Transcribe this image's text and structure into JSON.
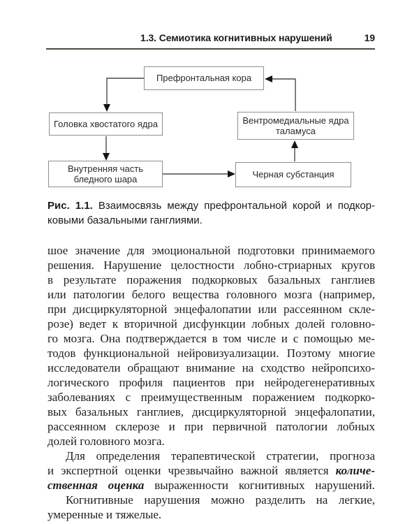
{
  "header": {
    "title": "1.3. Семиотика когнитивных нарушений",
    "page_number": "19"
  },
  "diagram": {
    "boxes": [
      {
        "id": "prefrontal-cortex",
        "label": "Префронтальная кора"
      },
      {
        "id": "caudate-head",
        "label": "Головка хвостатого ядра"
      },
      {
        "id": "pallidum-internal",
        "label": "Внутренняя часть бледного шара"
      },
      {
        "id": "ventromedial-thalamus",
        "label": "Вентромедиальные ядра таламуса"
      },
      {
        "id": "substantia-nigra",
        "label": "Черная субстанция"
      }
    ],
    "connections": [
      {
        "from": "prefrontal-cortex",
        "to": "caudate-head"
      },
      {
        "from": "caudate-head",
        "to": "pallidum-internal"
      },
      {
        "from": "pallidum-internal",
        "to": "substantia-nigra"
      },
      {
        "from": "substantia-nigra",
        "to": "ventromedial-thalamus"
      },
      {
        "from": "ventromedial-thalamus",
        "to": "prefrontal-cortex"
      }
    ]
  },
  "caption": {
    "lines": [
      {
        "indent": false,
        "end": false,
        "segments": [
          {
            "text": "Рис. 1.1. ",
            "style": "bold"
          },
          {
            "text": "Взаимосвязь между префронтальной корой и подкор-",
            "style": "normal"
          }
        ]
      },
      {
        "indent": false,
        "end": true,
        "segments": [
          {
            "text": "ковыми базальными ганглиями.",
            "style": "normal"
          }
        ]
      }
    ]
  },
  "body": {
    "lines": [
      {
        "indent": false,
        "end": false,
        "segments": [
          {
            "text": "шое значение для эмоциональной подготовки принимаемого",
            "style": "normal"
          }
        ]
      },
      {
        "indent": false,
        "end": false,
        "segments": [
          {
            "text": "решения. Нарушение целостности лобно-стриарных кругов",
            "style": "normal"
          }
        ]
      },
      {
        "indent": false,
        "end": false,
        "segments": [
          {
            "text": "в результате поражения подкорковых базальных ганглиев",
            "style": "normal"
          }
        ]
      },
      {
        "indent": false,
        "end": false,
        "segments": [
          {
            "text": "или патологии белого вещества головного мозга (например,",
            "style": "normal"
          }
        ]
      },
      {
        "indent": false,
        "end": false,
        "segments": [
          {
            "text": "при дисциркуляторной энцефалопатии или рассеянном скле-",
            "style": "normal"
          }
        ]
      },
      {
        "indent": false,
        "end": false,
        "segments": [
          {
            "text": "розе) ведет к вторичной дисфункции лобных долей головно-",
            "style": "normal"
          }
        ]
      },
      {
        "indent": false,
        "end": false,
        "segments": [
          {
            "text": "го мозга. Она подтверждается в том числе и с помощью ме-",
            "style": "normal"
          }
        ]
      },
      {
        "indent": false,
        "end": false,
        "segments": [
          {
            "text": "тодов функциональной нейровизуализации. Поэтому многие",
            "style": "normal"
          }
        ]
      },
      {
        "indent": false,
        "end": false,
        "segments": [
          {
            "text": "исследователи обращают внимание на сходство нейропсихо-",
            "style": "normal"
          }
        ]
      },
      {
        "indent": false,
        "end": false,
        "segments": [
          {
            "text": "логического профиля пациентов при нейродегенеративных",
            "style": "normal"
          }
        ]
      },
      {
        "indent": false,
        "end": false,
        "segments": [
          {
            "text": "заболеваниях с преимущественным поражением подкорко-",
            "style": "normal"
          }
        ]
      },
      {
        "indent": false,
        "end": false,
        "segments": [
          {
            "text": "вых базальных ганглиев, дисциркуляторной энцефалопатии,",
            "style": "normal"
          }
        ]
      },
      {
        "indent": false,
        "end": false,
        "segments": [
          {
            "text": "рассеянном склерозе и при первичной патологии лобных",
            "style": "normal"
          }
        ]
      },
      {
        "indent": false,
        "end": true,
        "segments": [
          {
            "text": "долей головного мозга.",
            "style": "normal"
          }
        ]
      },
      {
        "indent": true,
        "end": false,
        "segments": [
          {
            "text": "Для определения терапевтической стратегии, прогноза",
            "style": "normal"
          }
        ]
      },
      {
        "indent": false,
        "end": false,
        "segments": [
          {
            "text": "и экспертной оценки чрезвычайно важной является ",
            "style": "normal"
          },
          {
            "text": "количе-",
            "style": "bolditalic"
          }
        ]
      },
      {
        "indent": false,
        "end": false,
        "segments": [
          {
            "text": "ственная оценка",
            "style": "bolditalic"
          },
          {
            "text": " выраженности когнитивных нарушений.",
            "style": "normal"
          }
        ]
      },
      {
        "indent": true,
        "end": false,
        "segments": [
          {
            "text": "Когнитивные нарушения можно разделить на легкие,",
            "style": "normal"
          }
        ]
      },
      {
        "indent": false,
        "end": true,
        "segments": [
          {
            "text": "умеренные и тяжелые.",
            "style": "normal"
          }
        ]
      }
    ]
  },
  "colors": {
    "text": "#1f1f1f",
    "rule": "#4b4b3f",
    "box_border": "#8f8f8f",
    "arrow": "#141414"
  }
}
